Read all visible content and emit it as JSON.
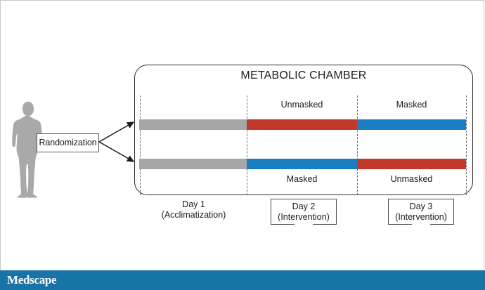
{
  "figure": {
    "chamber_title": "METABOLIC CHAMBER",
    "randomization_label": "Randomization",
    "subject_icon": "human-silhouette-icon",
    "arrow_icon": "arrow-right-icon",
    "colors": {
      "acclimatization_grey": "#a6a6a6",
      "unmasked_red": "#c0392b",
      "masked_blue": "#1b7dc2",
      "chamber_outline": "#2f2b2e",
      "divider_dashed": "#6d6d6d",
      "brand_blue": "#1873a6"
    },
    "days": [
      {
        "id": "day1",
        "title": "Day 1",
        "subtitle": "(Acclimatization)",
        "boxed": false
      },
      {
        "id": "day2",
        "title": "Day 2",
        "subtitle": "(Intervention)",
        "boxed": true
      },
      {
        "id": "day3",
        "title": "Day 3",
        "subtitle": "(Intervention)",
        "boxed": true
      }
    ],
    "arms": [
      {
        "id": "arm-top",
        "segments": [
          {
            "day": "Day 1",
            "condition": "",
            "color": "#a6a6a6"
          },
          {
            "day": "Day 2",
            "condition": "Unmasked",
            "color": "#c0392b"
          },
          {
            "day": "Day 3",
            "condition": "Masked",
            "color": "#1b7dc2"
          }
        ],
        "label_position": "above"
      },
      {
        "id": "arm-bottom",
        "segments": [
          {
            "day": "Day 1",
            "condition": "",
            "color": "#a6a6a6"
          },
          {
            "day": "Day 2",
            "condition": "Masked",
            "color": "#1b7dc2"
          },
          {
            "day": "Day 3",
            "condition": "Unmasked",
            "color": "#c0392b"
          }
        ],
        "label_position": "below"
      }
    ],
    "labels": {
      "top_day2": "Unmasked",
      "top_day3": "Masked",
      "bottom_day2": "Masked",
      "bottom_day3": "Unmasked"
    }
  },
  "footer": {
    "brand": "Medscape"
  }
}
